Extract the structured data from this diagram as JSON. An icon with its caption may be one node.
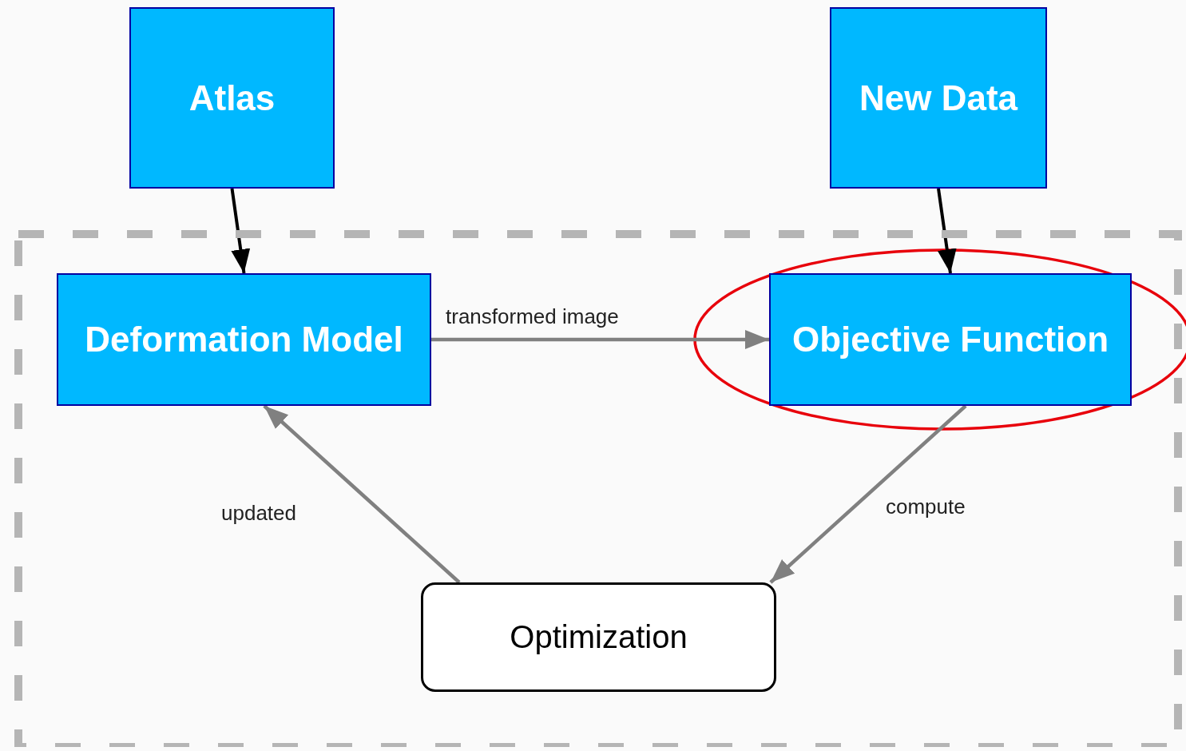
{
  "diagram": {
    "nodes": [
      {
        "text": [],
        "shape": "box"
      },
      {
        "text": [
          "Atlas"
        ]
      },
      {
        "text": [
          "New Data"
        ]
      },
      {
        "text": [
          "Deformation Model"
        ],
        "in": 0
      },
      {
        "text": [
          "Objective Function"
        ],
        "in": 0
      },
      {
        "text": [
          "Optimization"
        ],
        "in": 0
      }
    ],
    "edges": [
      {
        "from": 1,
        "to": 3,
        "arrow": "to",
        "color": "#000000"
      },
      {
        "from": 2,
        "to": 4,
        "arrow": "to",
        "color": "#000000"
      },
      {
        "from": 3,
        "to": 4,
        "arrow": "to",
        "label": "transformed image"
      },
      {
        "from": 4,
        "to": 5,
        "arrow": "to",
        "label": "compute"
      },
      {
        "from": 5,
        "to": 3,
        "arrow": "to",
        "label": "updated"
      }
    ]
  }
}
